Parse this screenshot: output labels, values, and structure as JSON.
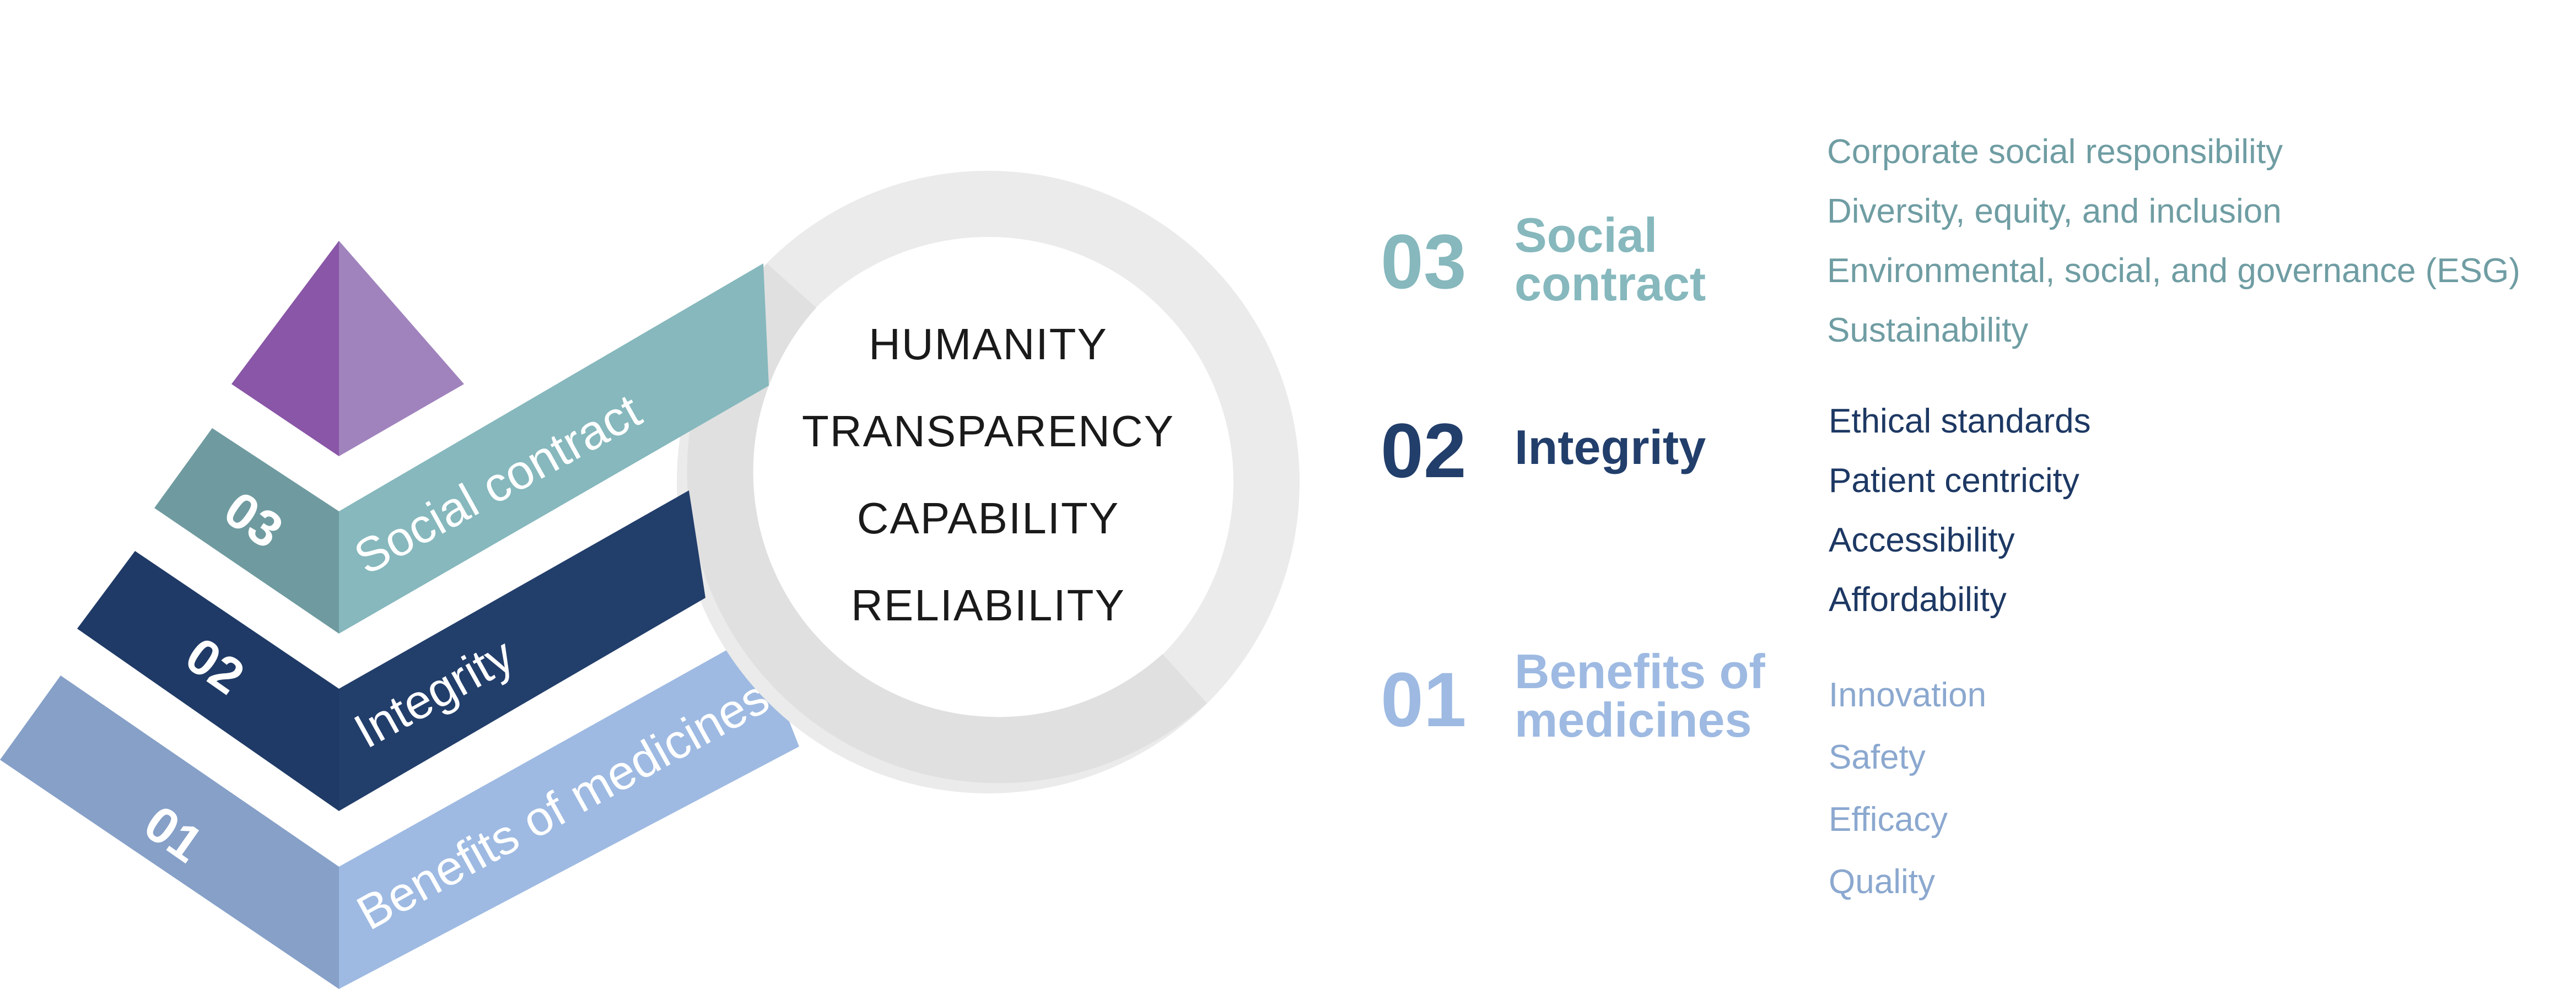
{
  "colors": {
    "tier3": "#86b8bd",
    "tier2": "#223e6b",
    "tier1": "#9ebae2",
    "apex": "#8a56a7",
    "ring": "#e6e6e6",
    "tier3_list": "#6f9da3",
    "tier2_list": "#1d3863",
    "tier1_list": "#8ba8cf"
  },
  "pyramid": {
    "apex": {
      "icon": "pyramid-apex-icon"
    },
    "tiers": [
      {
        "number": "03",
        "label": "Social contract"
      },
      {
        "number": "02",
        "label": "Integrity"
      },
      {
        "number": "01",
        "label": "Benefits of medicines"
      }
    ]
  },
  "circle": {
    "values": [
      "HUMANITY",
      "TRANSPARENCY",
      "CAPABILITY",
      "RELIABILITY"
    ]
  },
  "legend": {
    "sections": [
      {
        "number": "03",
        "title_line1": "Social",
        "title_line2": "contract",
        "items": [
          "Corporate social responsibility",
          "Diversity, equity, and inclusion",
          "Environmental, social, and governance (ESG)",
          "Sustainability"
        ]
      },
      {
        "number": "02",
        "title_line1": "Integrity",
        "items": [
          "Ethical standards",
          "Patient centricity",
          "Accessibility",
          "Affordability"
        ]
      },
      {
        "number": "01",
        "title_line1": "Benefits of",
        "title_line2": "medicines",
        "items": [
          "Innovation",
          "Safety",
          "Efficacy",
          "Quality"
        ]
      }
    ]
  }
}
